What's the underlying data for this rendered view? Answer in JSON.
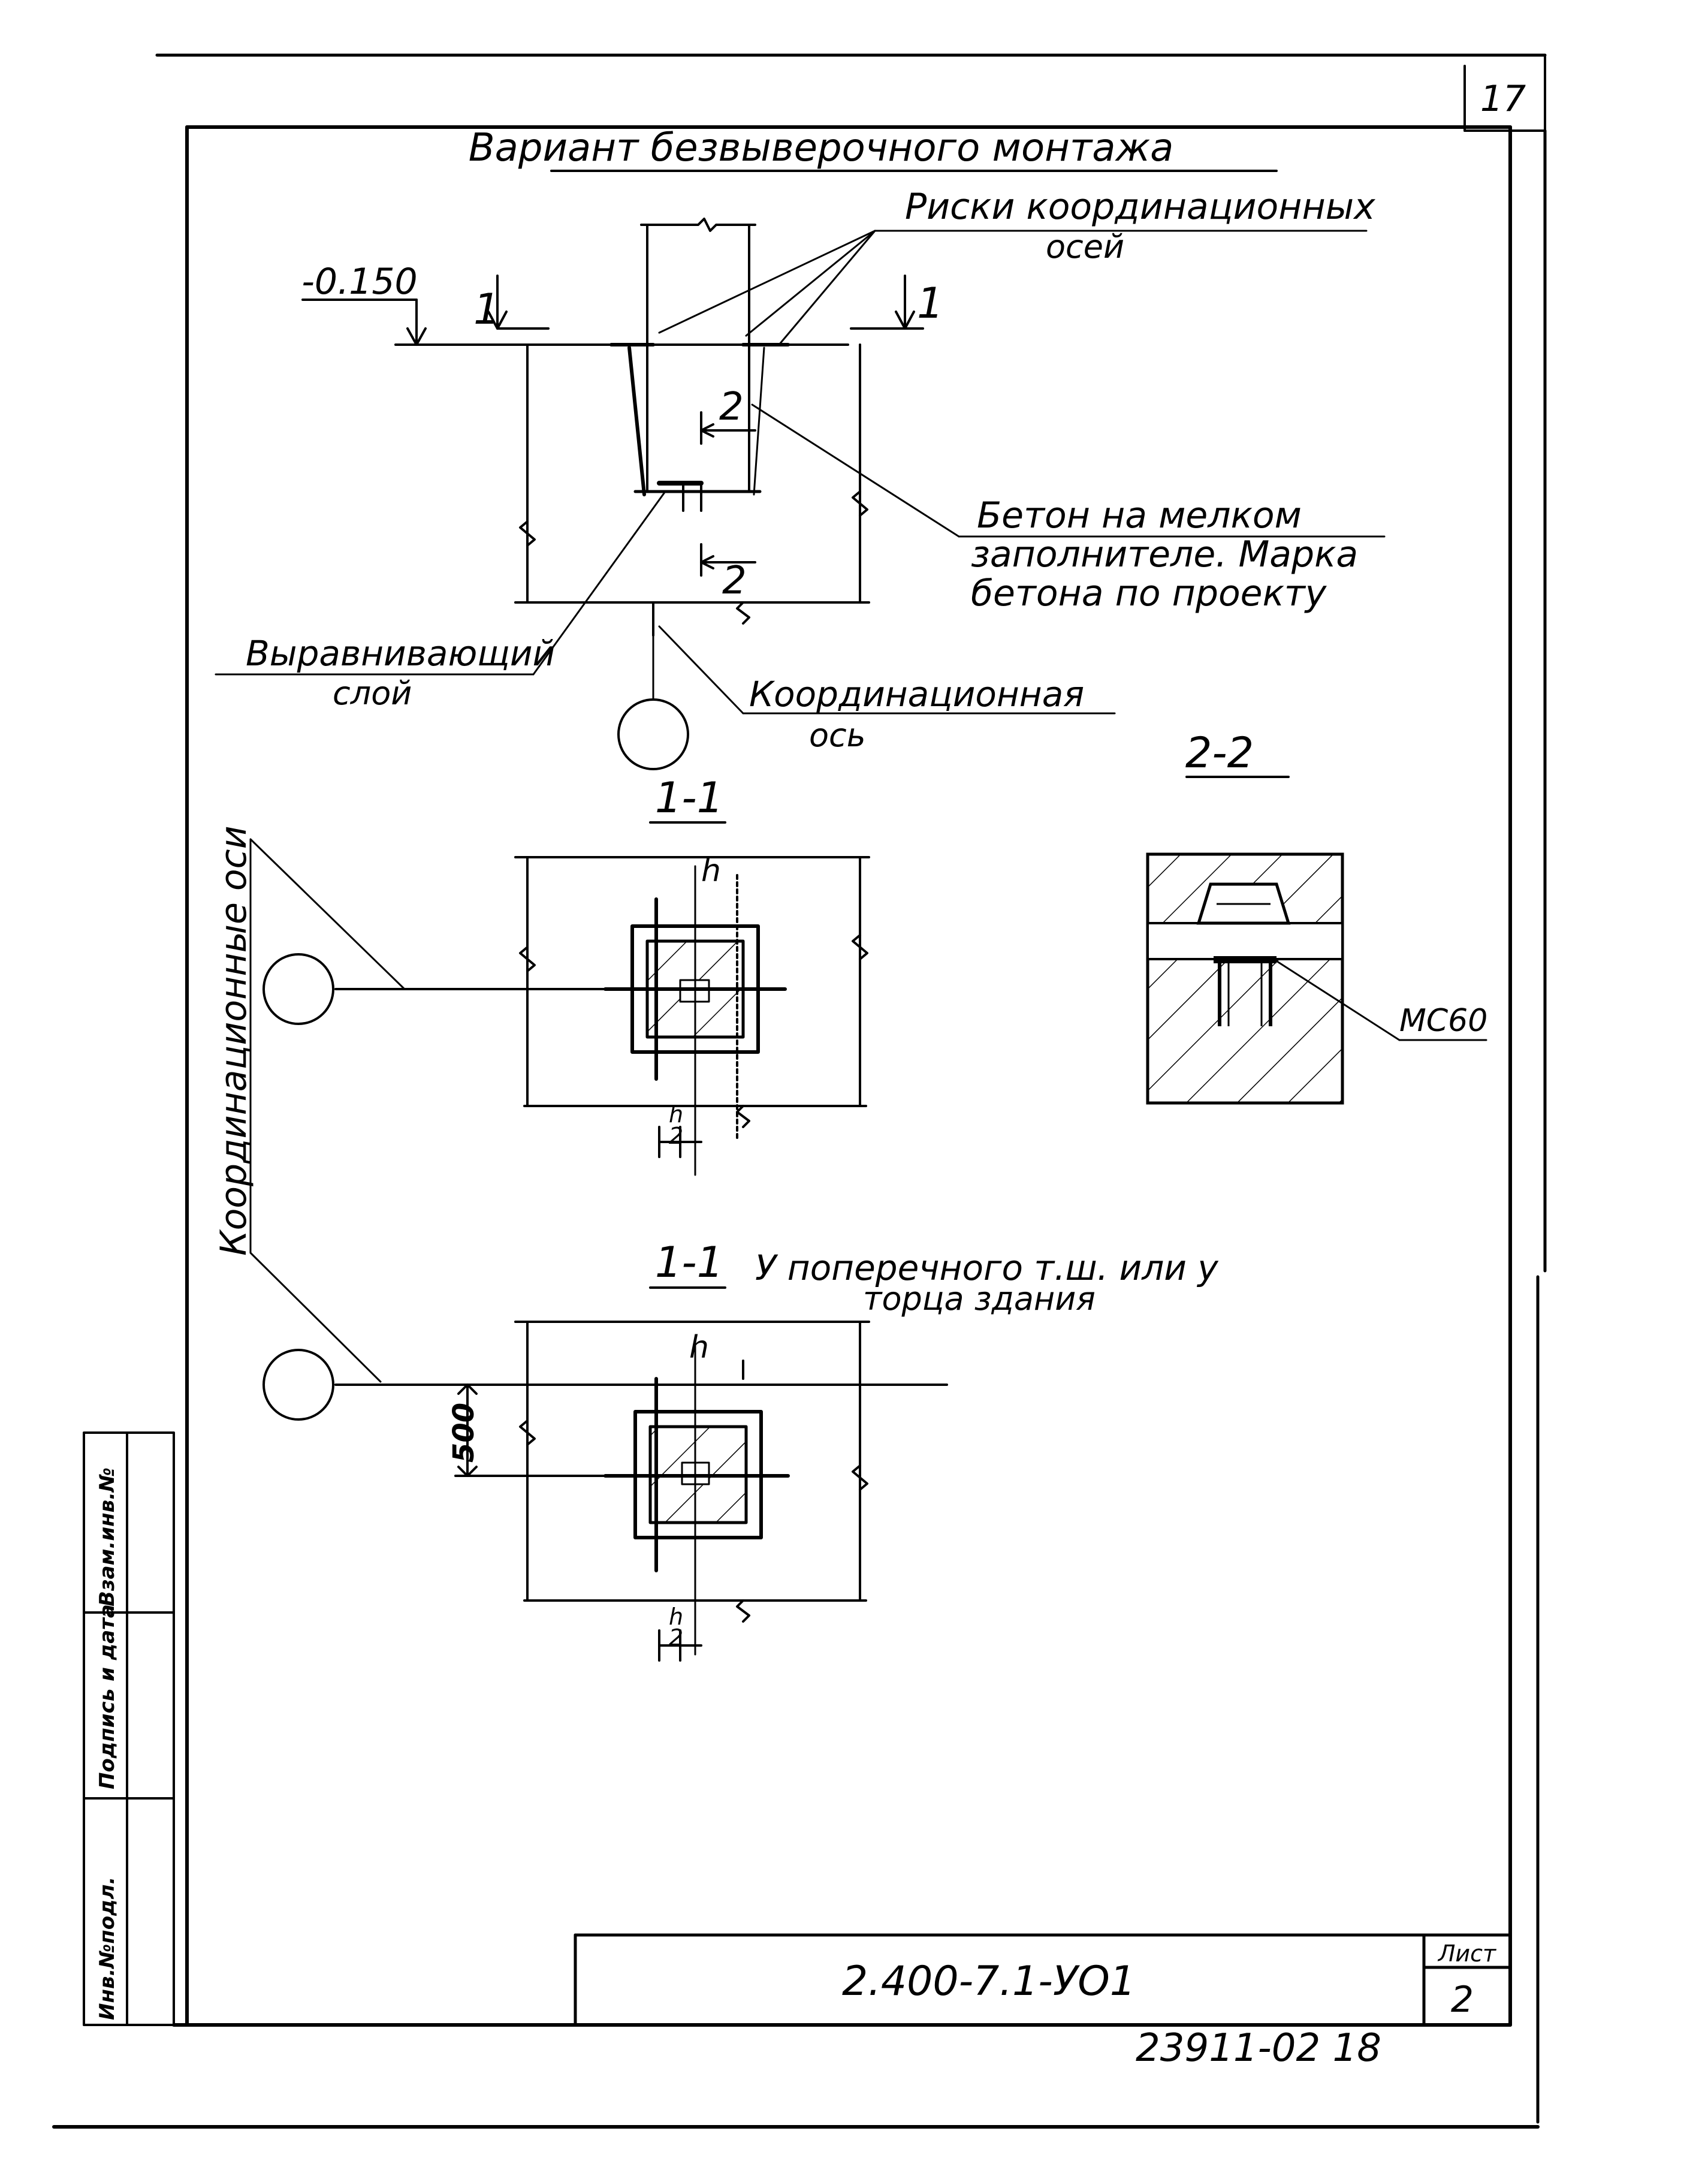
{
  "sheet_corner_number": "17",
  "title": "Вариант безвыверочного монтажа",
  "level_mark": "-0.150",
  "section_1_marker": "1",
  "section_2_marker": "2",
  "callouts": {
    "risk_line1": "Риски координационных",
    "risk_line2": "осей",
    "concrete_line1": "Бетон на мелком",
    "concrete_line2": "заполнителе. Марка",
    "concrete_line3": "бетона по проекту",
    "leveling_line1": "Выравнивающий",
    "leveling_line2": "слой",
    "axis_line1": "Координационная",
    "axis_line2": "ось",
    "axes_vertical": "Координационные оси",
    "plate": "МС60"
  },
  "views": {
    "section_2_2": "2-2",
    "section_1_1": "1-1",
    "section_1_1_b_num": "1-1",
    "section_1_1_b_line1": "У поперечного т.ш. или у",
    "section_1_1_b_line2": "торца здания"
  },
  "dims": {
    "h": "h",
    "h_num": "h",
    "h_den": "2",
    "d500": "500"
  },
  "side_stamp": {
    "col1": "Инв.№подл.",
    "col2": "Подпись и дата",
    "col3": "Взам.инв.№"
  },
  "title_block": {
    "document_code": "2.400-7.1-УО1",
    "sheet_label": "Лист",
    "sheet_number": "2"
  },
  "archive_number": "23911-02 18"
}
